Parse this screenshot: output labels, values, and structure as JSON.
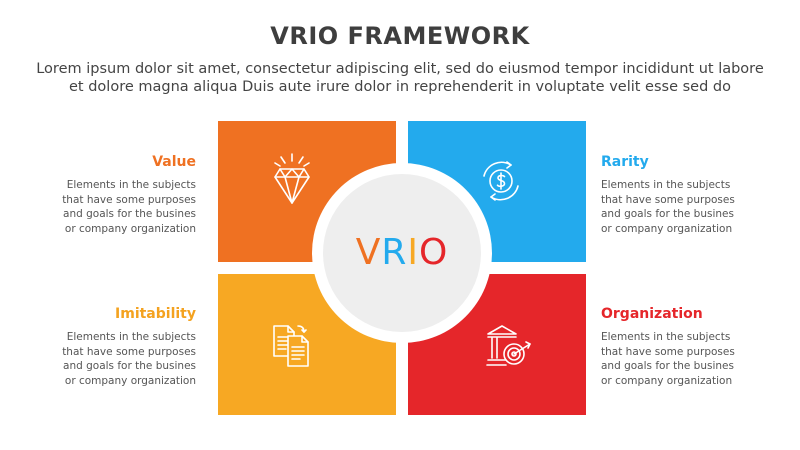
{
  "header": {
    "title": "VRIO FRAMEWORK",
    "subtitle_lines": [
      "Lorem ipsum dolor sit amet, consectetur adipiscing elit, sed do eiusmod tempor incididunt ut labore",
      "et dolore magna aliqua Duis aute irure dolor in reprehenderit in voluptate velit esse sed do"
    ]
  },
  "center": {
    "letters": [
      "V",
      "R",
      "I",
      "O"
    ],
    "letter_colors": [
      "#ef7122",
      "#23aaed",
      "#f7a823",
      "#e5262a"
    ]
  },
  "quadrants": [
    {
      "key": "value",
      "heading": "Value",
      "color": "#ef7122",
      "icon": "diamond-icon",
      "description_lines": [
        "Elements in the subjects",
        "that have some purposes",
        "and goals for the  busines",
        "or company organization"
      ]
    },
    {
      "key": "rarity",
      "heading": "Rarity",
      "color": "#23aaed",
      "icon": "dollar-cycle-icon",
      "description_lines": [
        "Elements in the subjects",
        "that have some purposes",
        "and goals for the  busines",
        "or company organization"
      ]
    },
    {
      "key": "imitability",
      "heading": "Imitability",
      "color": "#f7a823",
      "icon": "copy-documents-icon",
      "description_lines": [
        "Elements in the subjects",
        "that have some purposes",
        "and goals for the  busines",
        "or company organization"
      ]
    },
    {
      "key": "organization",
      "heading": "Organization",
      "color": "#e5262a",
      "icon": "bank-target-icon",
      "description_lines": [
        "Elements in the subjects",
        "that have some purposes",
        "and goals for the  busines",
        "or company organization"
      ]
    }
  ]
}
